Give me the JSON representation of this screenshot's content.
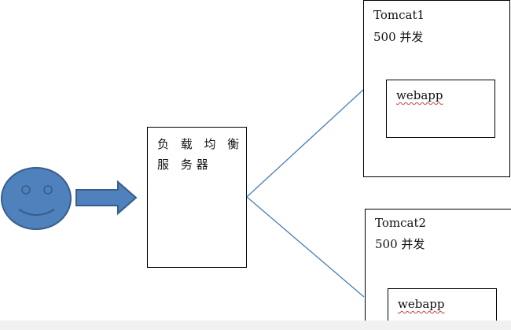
{
  "load_balancer": {
    "label": "负 载 均 衡 服 务器"
  },
  "servers": [
    {
      "name": "Tomcat1",
      "concurrency": "500 并发",
      "app": "webapp"
    },
    {
      "name": "Tomcat2",
      "concurrency": "500 并发",
      "app": "webapp"
    }
  ],
  "colors": {
    "smiley_fill": "#4f81bd",
    "smiley_stroke": "#385d8a",
    "connector_line": "#4a7ebb",
    "box_stroke": "#000000"
  }
}
